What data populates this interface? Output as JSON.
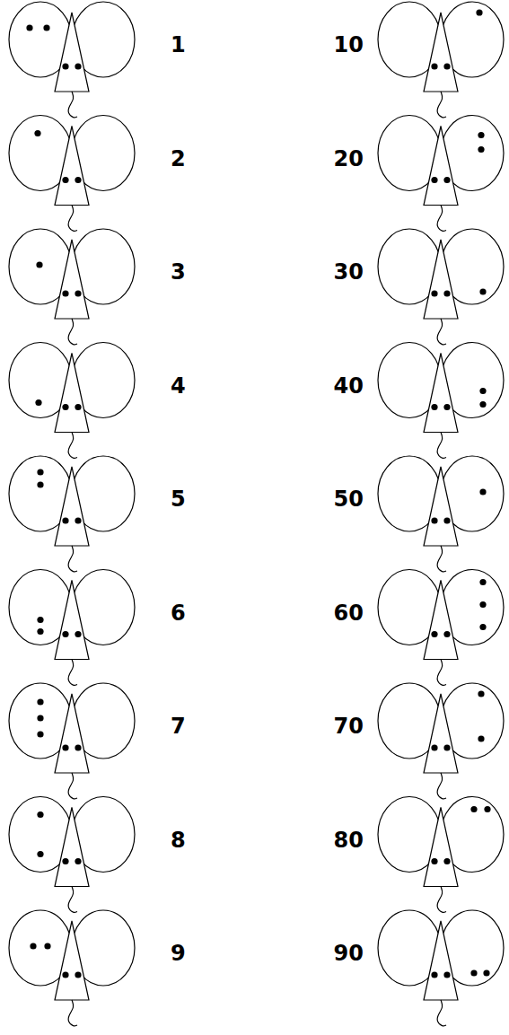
{
  "diagram": {
    "labels": [
      "1",
      "10",
      "2",
      "20",
      "3",
      "30",
      "4",
      "40",
      "5",
      "50",
      "6",
      "60",
      "7",
      "70",
      "8",
      "80",
      "9",
      "90"
    ]
  }
}
